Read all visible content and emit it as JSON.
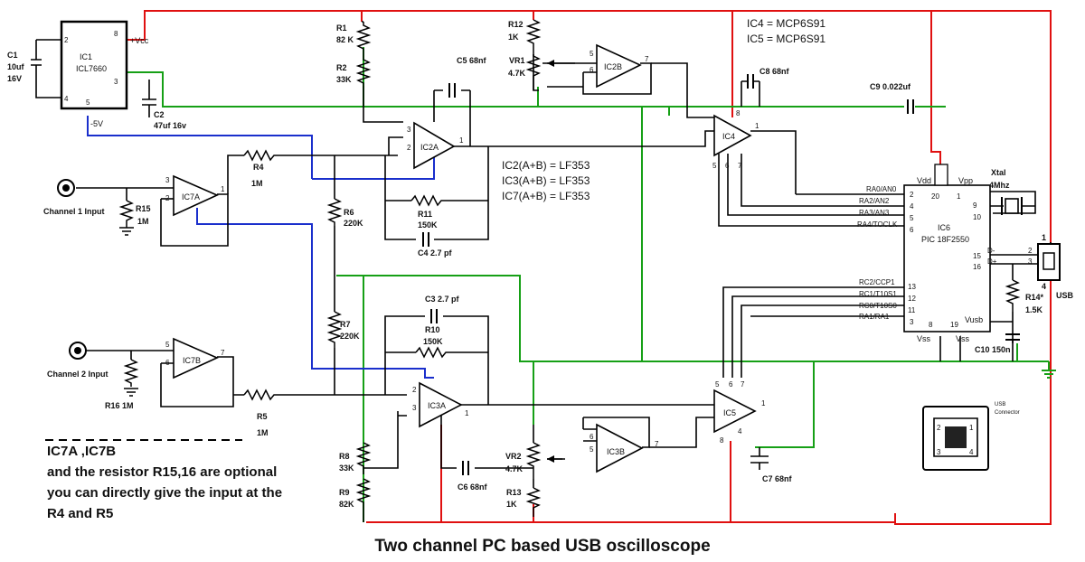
{
  "title": "Two channel PC based USB oscilloscope",
  "note": {
    "line1": "IC7A ,IC7B",
    "line2": "and the resistor  R15,16 are optional",
    "line3": "you can directly give the input at the",
    "line4": "R4 and R5"
  },
  "chip_info": [
    "IC4 = MCP6S91",
    "IC5 = MCP6S91"
  ],
  "opamp_info": [
    "IC2(A+B) = LF353",
    "IC3(A+B) = LF353",
    "IC7(A+B) = LF353"
  ],
  "inputs": {
    "ch1": "Channel 1 Input",
    "ch2": "Channel 2 Input"
  },
  "ic1": {
    "name": "IC1",
    "part": "ICL7660",
    "vcc": "+Vcc",
    "neg": "-5V",
    "pins": [
      "2",
      "8",
      "4",
      "3",
      "5"
    ]
  },
  "ic6": {
    "name": "IC6",
    "part": "PIC 18F2550",
    "vdd": "Vdd",
    "vpp": "Vpp",
    "vss1": "Vss",
    "vss2": "Vss",
    "vusb": "Vusb",
    "left_pins": [
      {
        "sig": "RA0/AN0",
        "num": "2"
      },
      {
        "sig": "RA2/AN2",
        "num": "4"
      },
      {
        "sig": "RA3/AN3",
        "num": "5"
      },
      {
        "sig": "RA4/TOCLK",
        "num": "6"
      },
      {
        "sig": "RC2/CCP1",
        "num": "13"
      },
      {
        "sig": "RC1/T10S1",
        "num": "12"
      },
      {
        "sig": "RC0/T10S0",
        "num": "11"
      },
      {
        "sig": "RA1/RA1",
        "num": "3"
      }
    ],
    "right_pins": [
      {
        "sig": "",
        "num": "9"
      },
      {
        "sig": "",
        "num": "10"
      },
      {
        "sig": "D-",
        "num": "15"
      },
      {
        "sig": "D+",
        "num": "16"
      }
    ],
    "top_pins": [
      "20",
      "1"
    ],
    "bottom_pins": [
      "8",
      "19"
    ]
  },
  "crystal": {
    "label1": "Xtal",
    "label2": "4Mhz"
  },
  "usb": {
    "label": "USB",
    "connector": "USB\nConnector",
    "pins": [
      "1",
      "2",
      "3",
      "4"
    ]
  },
  "opamps": {
    "ic2a": {
      "name": "IC2A",
      "pins": [
        "3",
        "2",
        "1"
      ]
    },
    "ic2b": {
      "name": "IC2B",
      "pins": [
        "5",
        "6",
        "7"
      ]
    },
    "ic3a": {
      "name": "IC3A",
      "pins": [
        "2",
        "3",
        "1"
      ]
    },
    "ic3b": {
      "name": "IC3B",
      "pins": [
        "6",
        "5",
        "7"
      ]
    },
    "ic7a": {
      "name": "IC7A",
      "pins": [
        "3",
        "2",
        "1"
      ]
    },
    "ic7b": {
      "name": "IC7B",
      "pins": [
        "5",
        "6",
        "7"
      ]
    },
    "ic4": {
      "name": "IC4",
      "pins": [
        "8",
        "1",
        "5",
        "6",
        "7"
      ]
    },
    "ic5": {
      "name": "IC5",
      "pins": [
        "5",
        "6",
        "7",
        "1",
        "8",
        "4"
      ]
    }
  },
  "components": {
    "c1": [
      "C1",
      "10uf",
      "16V"
    ],
    "c2": [
      "C2",
      "47uf 16v"
    ],
    "c3": "C3 2.7 pf",
    "c4": "C4 2.7 pf",
    "c5": "C5 68nf",
    "c6": "C6 68nf",
    "c7": "C7 68nf",
    "c8": "C8 68nf",
    "c9": "C9 0.022uf",
    "c10": "C10 150n",
    "r1": [
      "R1",
      "82 K"
    ],
    "r2": [
      "R2",
      "33K"
    ],
    "r4": [
      "R4",
      "1M"
    ],
    "r5": [
      "R5",
      "1M"
    ],
    "r6": [
      "R6",
      "220K"
    ],
    "r7": [
      "R7",
      "220K"
    ],
    "r8": [
      "R8",
      "33K"
    ],
    "r9": [
      "R9",
      "82K"
    ],
    "r10": [
      "R10",
      "150K"
    ],
    "r11": [
      "R11",
      "150K"
    ],
    "r12": [
      "R12",
      "1K"
    ],
    "r13": [
      "R13",
      "1K"
    ],
    "r14": [
      "R14*",
      "1.5K"
    ],
    "r15": [
      "R15",
      "1M"
    ],
    "r16": "R16 1M",
    "vr1": [
      "VR1",
      "4.7K"
    ],
    "vr2": [
      "VR2",
      "4.7K"
    ]
  },
  "colors": {
    "power": "#e01010",
    "ground": "#16a016",
    "negative": "#1a2fcc",
    "signal": "#000000"
  }
}
